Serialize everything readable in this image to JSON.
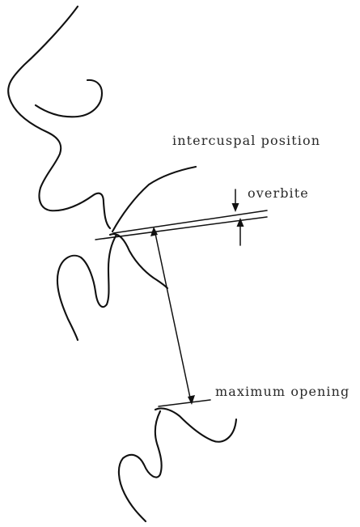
{
  "labels": {
    "intercuspal_position": "intercuspal position",
    "overbite": "overbite",
    "maximum_opening": "maximum opening"
  },
  "colors": {
    "line": "#111111",
    "text": "#2a2a2a",
    "background": "#ffffff"
  }
}
